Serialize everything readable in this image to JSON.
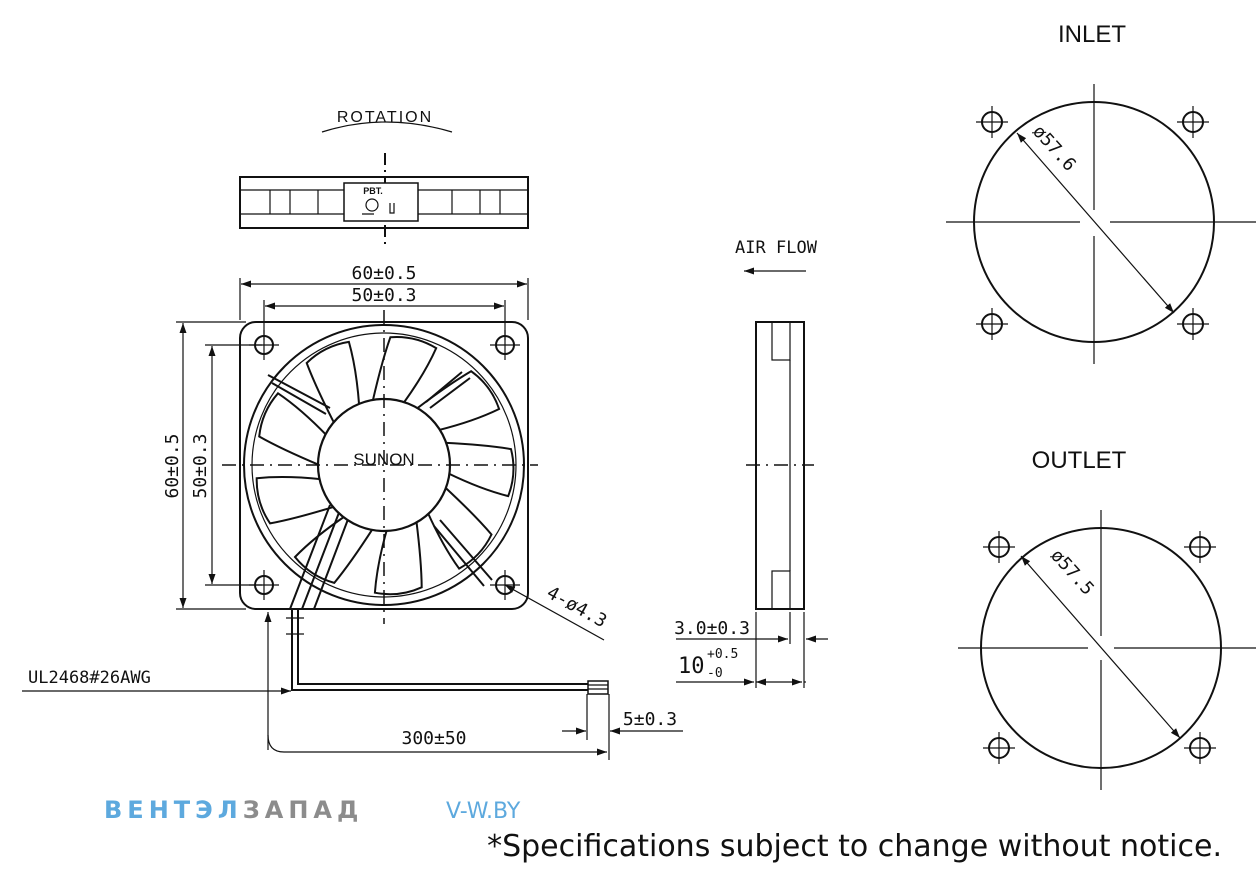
{
  "dimensions": {
    "width_outer": "60±0.5",
    "width_holes": "50±0.3",
    "height_outer": "60±0.5",
    "height_holes": "50±0.3",
    "mount_holes": "4-ø4.3",
    "thickness_flange": "3.0±0.3",
    "thickness_total_base": "10",
    "thickness_total_tol_upper": "+0.5",
    "thickness_total_tol_lower": "-0",
    "cable_length": "300±50",
    "wire_strip": "5±0.3",
    "cable_spec": "UL2468#26AWG",
    "inlet_diameter": "ø57.6",
    "outlet_diameter": "ø57.5"
  },
  "labels": {
    "rotation": "ROTATION",
    "airflow": "AIR FLOW",
    "brand": "SUNON",
    "pbt_mark": "PBT.",
    "inlet": "INLET",
    "outlet": "OUTLET"
  },
  "footer": {
    "watermark_a": "ВЕНТЭЛ",
    "watermark_b": "ЗАПАД",
    "watermark_c": "V-W.BY",
    "disclaimer": "*Specifications subject to change without notice."
  },
  "colors": {
    "watermark_blue": "#5da9de",
    "watermark_gray": "#8c8c8c"
  }
}
